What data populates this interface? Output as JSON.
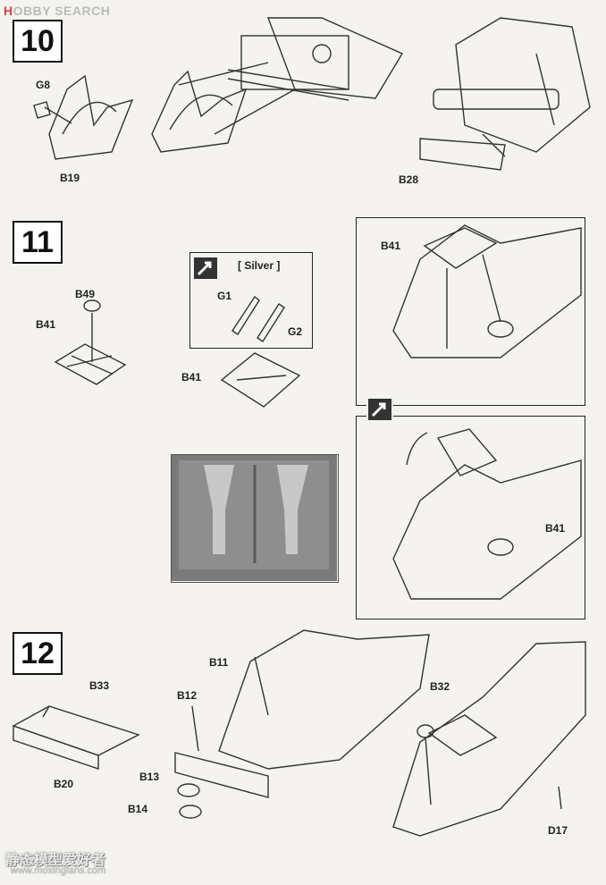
{
  "header": {
    "logo_prefix": "H",
    "logo_text": "OBBY SEARCH"
  },
  "steps": [
    {
      "number": "10"
    },
    {
      "number": "11"
    },
    {
      "number": "12"
    }
  ],
  "step10": {
    "labels": [
      "G8",
      "B19",
      "B28"
    ]
  },
  "step11": {
    "labels": [
      "B49",
      "B41",
      "B41",
      "B41",
      "B41"
    ],
    "paint_note": "[ Silver ]",
    "paint_parts": [
      "G1",
      "G2"
    ]
  },
  "step12": {
    "labels": [
      "B33",
      "B20",
      "B11",
      "B12",
      "B13",
      "B14",
      "B32",
      "D17"
    ]
  },
  "watermark": {
    "text": "静态模型爱好者",
    "url": "www.moxingfans.com"
  },
  "icons": [
    "paint-icon",
    "rotate-view-icon"
  ]
}
